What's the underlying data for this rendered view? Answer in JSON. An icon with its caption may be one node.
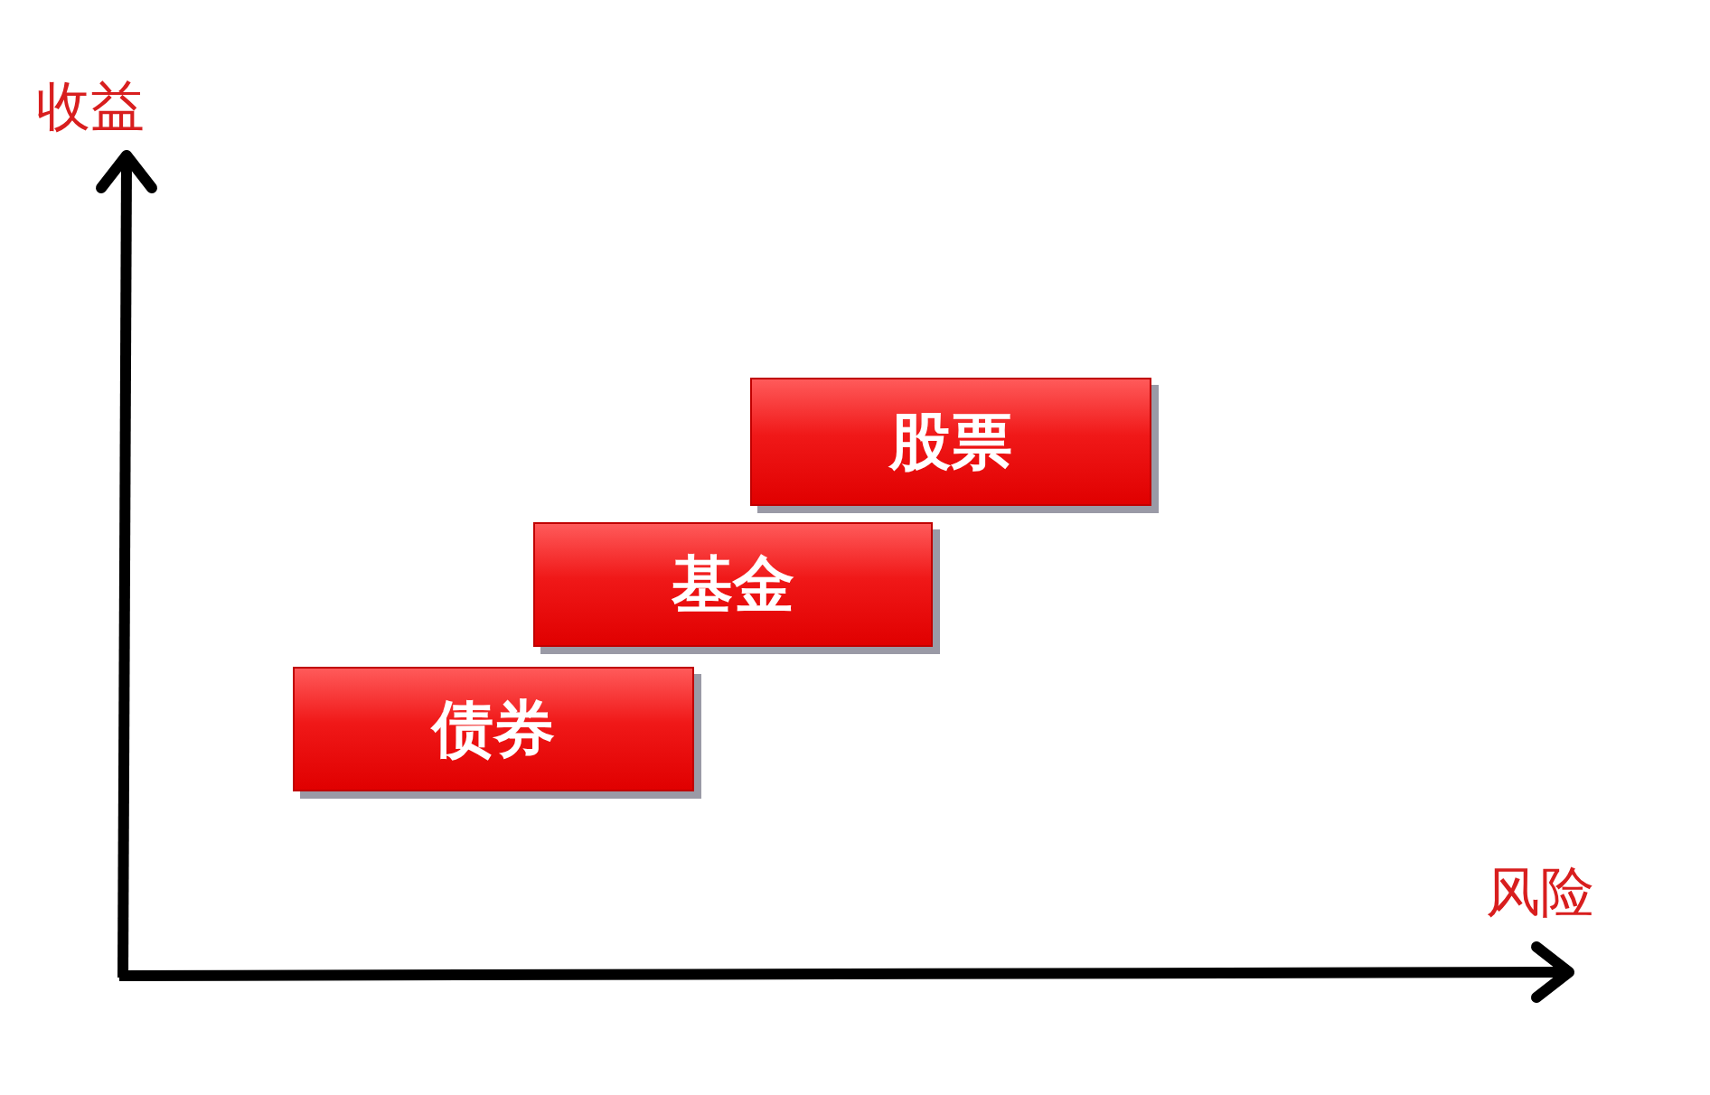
{
  "diagram": {
    "nodes": [
      {
        "text": [
          "股票"
        ]
      },
      {
        "text": [
          "基金"
        ]
      },
      {
        "text": [
          "债券"
        ]
      }
    ],
    "labels": [
      "收益",
      "风险"
    ]
  }
}
